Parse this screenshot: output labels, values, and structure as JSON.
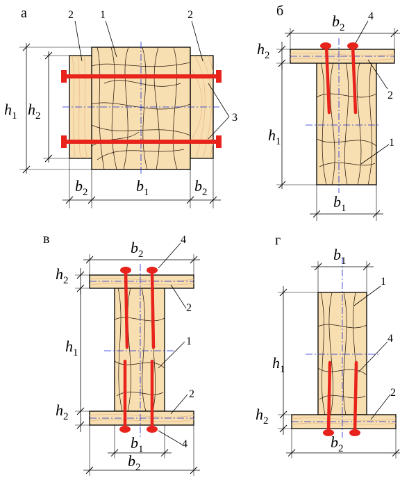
{
  "figure": {
    "panels": [
      {
        "id": "a",
        "letter": "а",
        "dims": {
          "b1": {
            "main": "b",
            "sub": "1"
          },
          "b2": {
            "main": "b",
            "sub": "2"
          },
          "h1": {
            "main": "h",
            "sub": "1"
          },
          "h2": {
            "main": "h",
            "sub": "2"
          }
        },
        "callouts": {
          "c1": "1",
          "c2a": "2",
          "c2b": "2",
          "c3": "3"
        }
      },
      {
        "id": "b",
        "letter": "б",
        "dims": {
          "b1": {
            "main": "b",
            "sub": "1"
          },
          "b2": {
            "main": "b",
            "sub": "2"
          },
          "h1": {
            "main": "h",
            "sub": "1"
          },
          "h2": {
            "main": "h",
            "sub": "2"
          }
        },
        "callouts": {
          "c1": "1",
          "c2": "2",
          "c4": "4"
        }
      },
      {
        "id": "v",
        "letter": "в",
        "dims": {
          "b1": {
            "main": "b",
            "sub": "1"
          },
          "b2top": {
            "main": "b",
            "sub": "2"
          },
          "b2bot": {
            "main": "b",
            "sub": "2"
          },
          "h1": {
            "main": "h",
            "sub": "1"
          },
          "h2top": {
            "main": "h",
            "sub": "2"
          },
          "h2bot": {
            "main": "h",
            "sub": "2"
          }
        },
        "callouts": {
          "c1": "1",
          "c2a": "2",
          "c2b": "2",
          "c4a": "4",
          "c4b": "4"
        }
      },
      {
        "id": "g",
        "letter": "г",
        "dims": {
          "b1": {
            "main": "b",
            "sub": "1"
          },
          "b2": {
            "main": "b",
            "sub": "2"
          },
          "h1": {
            "main": "h",
            "sub": "1"
          },
          "h2": {
            "main": "h",
            "sub": "2"
          }
        },
        "callouts": {
          "c1": "1",
          "c2": "2",
          "c4": "4"
        }
      }
    ],
    "colors": {
      "wood": "#f8dfb1",
      "fastener": "#e8231c",
      "axis": "#1a2bd1",
      "outline": "#000000"
    }
  }
}
